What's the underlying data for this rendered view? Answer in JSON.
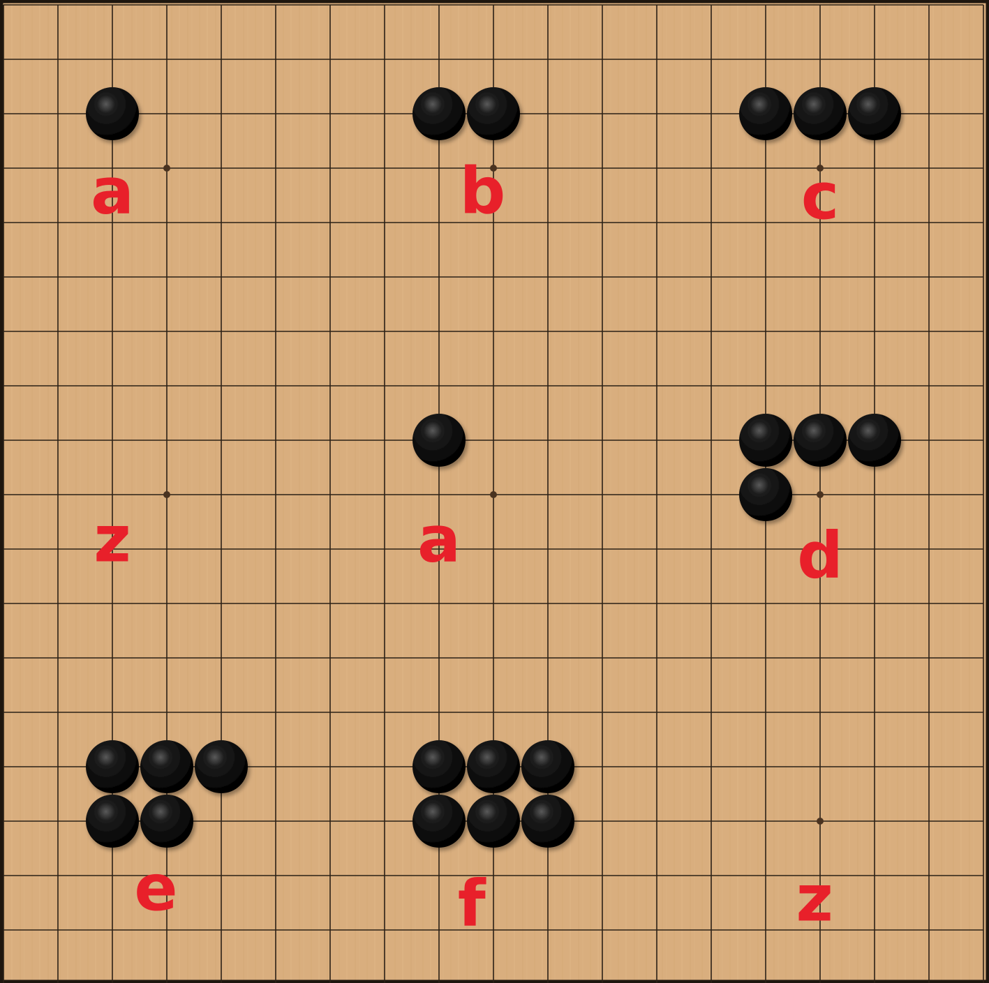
{
  "board": {
    "size": 19,
    "board_color": "#d9ae7e",
    "line_color": "#2a2016",
    "star_point_color": "#4a3320",
    "star_points": [
      [
        3,
        3
      ],
      [
        9,
        3
      ],
      [
        15,
        3
      ],
      [
        3,
        9
      ],
      [
        9,
        9
      ],
      [
        15,
        9
      ],
      [
        3,
        15
      ],
      [
        9,
        15
      ],
      [
        15,
        15
      ]
    ]
  },
  "stones": [
    {
      "color": "black",
      "col": 2,
      "row": 2
    },
    {
      "color": "black",
      "col": 8,
      "row": 2
    },
    {
      "color": "black",
      "col": 9,
      "row": 2
    },
    {
      "color": "black",
      "col": 14,
      "row": 2
    },
    {
      "color": "black",
      "col": 15,
      "row": 2
    },
    {
      "color": "black",
      "col": 16,
      "row": 2
    },
    {
      "color": "black",
      "col": 8,
      "row": 8
    },
    {
      "color": "black",
      "col": 14,
      "row": 8
    },
    {
      "color": "black",
      "col": 15,
      "row": 8
    },
    {
      "color": "black",
      "col": 16,
      "row": 8
    },
    {
      "color": "black",
      "col": 14,
      "row": 9
    },
    {
      "color": "black",
      "col": 2,
      "row": 14
    },
    {
      "color": "black",
      "col": 3,
      "row": 14
    },
    {
      "color": "black",
      "col": 4,
      "row": 14
    },
    {
      "color": "black",
      "col": 2,
      "row": 15
    },
    {
      "color": "black",
      "col": 3,
      "row": 15
    },
    {
      "color": "black",
      "col": 8,
      "row": 14
    },
    {
      "color": "black",
      "col": 9,
      "row": 14
    },
    {
      "color": "black",
      "col": 10,
      "row": 14
    },
    {
      "color": "black",
      "col": 8,
      "row": 15
    },
    {
      "color": "black",
      "col": 9,
      "row": 15
    },
    {
      "color": "black",
      "col": 10,
      "row": 15
    }
  ],
  "labels": [
    {
      "text": "a",
      "col": 2,
      "row": 3.5
    },
    {
      "text": "b",
      "col": 8.8,
      "row": 3.5
    },
    {
      "text": "c",
      "col": 15,
      "row": 3.6
    },
    {
      "text": "z",
      "col": 2,
      "row": 9.9
    },
    {
      "text": "a",
      "col": 8,
      "row": 9.9
    },
    {
      "text": "d",
      "col": 15,
      "row": 10.2
    },
    {
      "text": "e",
      "col": 2.8,
      "row": 16.3
    },
    {
      "text": "f",
      "col": 8.6,
      "row": 16.6
    },
    {
      "text": "z",
      "col": 14.9,
      "row": 16.5
    }
  ],
  "label_color": "#e8202a"
}
